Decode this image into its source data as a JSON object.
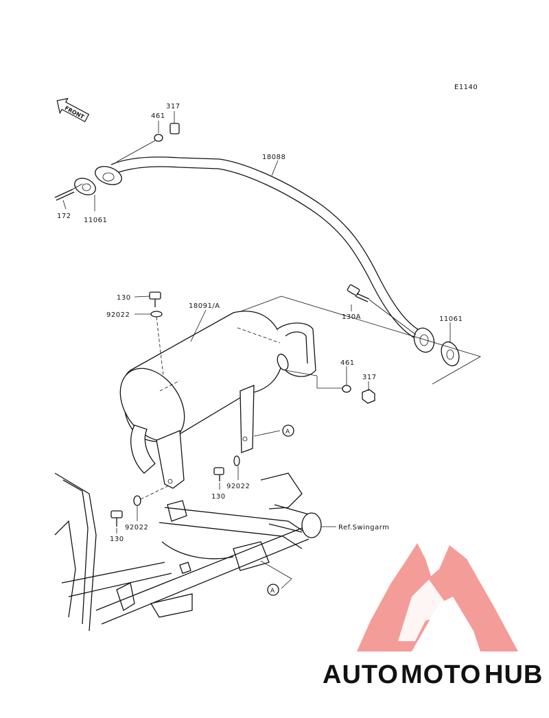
{
  "diagram": {
    "code": "E1140",
    "front_label": "FRONT",
    "labels": {
      "nut_317_top": "317",
      "washer_461_top": "461",
      "pipe_18088": "18088",
      "stud_172": "172",
      "gasket_11061_left": "11061",
      "bolt_130_top": "130",
      "washer_92022_top": "92022",
      "muffler_18091a": "18091/A",
      "bolt_130a": "130A",
      "gasket_11061_right": "11061",
      "washer_461_mid": "461",
      "nut_317_mid": "317",
      "ref_a_upper": "A",
      "bolt_130_mid": "130",
      "washer_92022_mid": "92022",
      "bolt_130_low": "130",
      "washer_92022_low": "92022",
      "ref_swingarm": "Ref.Swingarm",
      "ref_a_lower": "A"
    }
  },
  "watermark": {
    "part1": "AUTO",
    "part2": "MOTO",
    "part3": "HUB",
    "colors": {
      "orange": "#f5b27a",
      "red": "#f07b74",
      "gray": "#8a8a8a"
    }
  }
}
